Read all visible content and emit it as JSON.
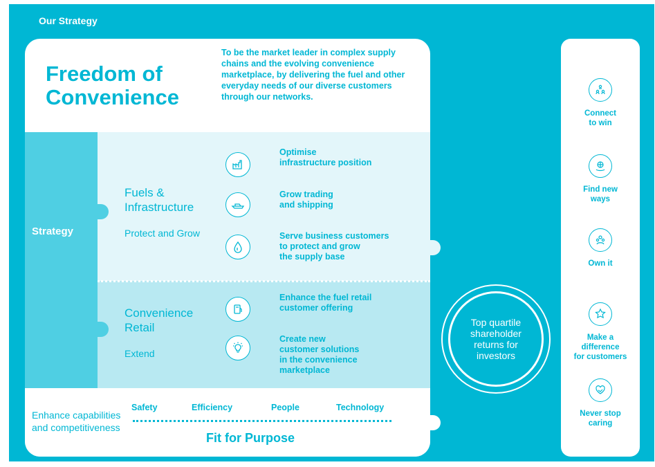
{
  "header": {
    "title": "Our Strategy"
  },
  "headline": {
    "line1": "Freedom of",
    "line2": "Convenience"
  },
  "mission": "To be the market leader in complex supply chains and the evolving convenience marketplace, by delivering the fuel and other everyday needs of our diverse customers through our networks.",
  "strategy_label": "Strategy",
  "fuels": {
    "title_line1": "Fuels &",
    "title_line2": "Infrastructure",
    "subtitle": "Protect and Grow",
    "objectives": [
      {
        "icon": "factory-icon",
        "line1": "Optimise",
        "line2": "infrastructure position",
        "line3": ""
      },
      {
        "icon": "ship-icon",
        "line1": "Grow trading",
        "line2": "and shipping",
        "line3": ""
      },
      {
        "icon": "fuel-drop-icon",
        "line1": "Serve business customers",
        "line2": "to protect and grow",
        "line3": "the supply base"
      }
    ]
  },
  "retail": {
    "title_line1": "Convenience",
    "title_line2": "Retail",
    "subtitle": "Extend",
    "objectives": [
      {
        "icon": "fuel-pump-icon",
        "line1": "Enhance the fuel retail",
        "line2": "customer offering",
        "line3": "",
        "line4": ""
      },
      {
        "icon": "lightbulb-icon",
        "line1": "Create new",
        "line2": "customer solutions",
        "line3": "in the convenience",
        "line4": "marketplace"
      }
    ]
  },
  "capabilities": {
    "enhance_text": "Enhance capabilities and competitiveness",
    "items": [
      "Safety",
      "Efficiency",
      "People",
      "Technology"
    ],
    "fit_label": "Fit for Purpose"
  },
  "outcome": "Top quartile shareholder returns for investors",
  "values": [
    {
      "icon": "people-network-icon",
      "label": "Connect\nto win"
    },
    {
      "icon": "globe-hand-icon",
      "label": "Find new\nways"
    },
    {
      "icon": "team-icon",
      "label": "Own it"
    },
    {
      "icon": "star-hand-icon",
      "label": "Make a\ndifference\nfor customers"
    },
    {
      "icon": "heart-hand-icon",
      "label": "Never stop\ncaring"
    }
  ],
  "colors": {
    "accent": "#00b7d4",
    "strategy_column": "#4fcfe3",
    "fuels_band": "#e3f6fa",
    "retail_band": "#b8e9f2"
  }
}
